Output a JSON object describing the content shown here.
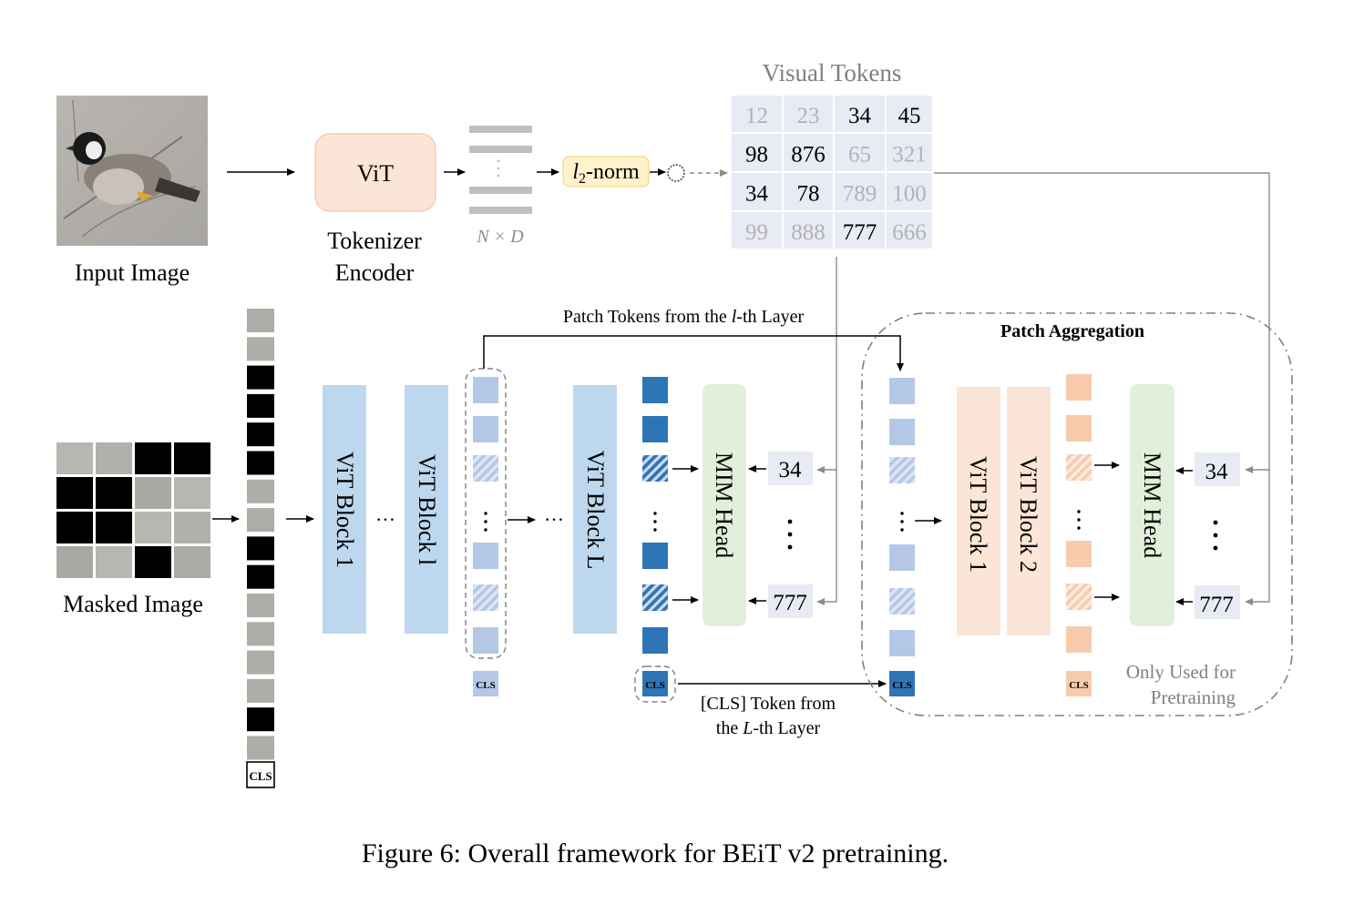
{
  "input_image": {
    "label": "Input Image"
  },
  "tokenizer": {
    "block_label": "ViT",
    "caption_line1": "Tokenizer",
    "caption_line2": "Encoder",
    "shape_label": "N × D",
    "norm_label_base": "l",
    "norm_label_sub": "2",
    "norm_label_rest": "-norm"
  },
  "visual_tokens": {
    "title": "Visual Tokens",
    "rows": [
      [
        {
          "v": "12",
          "active": false
        },
        {
          "v": "23",
          "active": false
        },
        {
          "v": "34",
          "active": true
        },
        {
          "v": "45",
          "active": true
        }
      ],
      [
        {
          "v": "98",
          "active": true
        },
        {
          "v": "876",
          "active": true
        },
        {
          "v": "65",
          "active": false
        },
        {
          "v": "321",
          "active": false
        }
      ],
      [
        {
          "v": "34",
          "active": true
        },
        {
          "v": "78",
          "active": true
        },
        {
          "v": "789",
          "active": false
        },
        {
          "v": "100",
          "active": false
        }
      ],
      [
        {
          "v": "99",
          "active": false
        },
        {
          "v": "888",
          "active": false
        },
        {
          "v": "777",
          "active": true
        },
        {
          "v": "666",
          "active": false
        }
      ]
    ]
  },
  "masked_image": {
    "label": "Masked Image",
    "grid_masked": [
      [
        false,
        false,
        true,
        true
      ],
      [
        true,
        true,
        false,
        false
      ],
      [
        true,
        true,
        false,
        false
      ],
      [
        false,
        false,
        true,
        false
      ]
    ]
  },
  "patch_column": {
    "masked": [
      false,
      false,
      true,
      true,
      true,
      true,
      false,
      false,
      true,
      true,
      false,
      false,
      false,
      false,
      true,
      false
    ],
    "cls_label": "CLS"
  },
  "backbone": {
    "blocks": [
      "ViT Block 1",
      "ViT Block l",
      "ViT Block L"
    ],
    "ellipsis": "…",
    "mim_head": "MIM Head",
    "targets": [
      "34",
      "777"
    ],
    "cls_label": "CLS",
    "patch_tokens_caption": "Patch Tokens from the l-th Layer",
    "cls_caption_line1": "[CLS] Token from",
    "cls_caption_line2": "the L-th Layer"
  },
  "patch_aggregation": {
    "title": "Patch Aggregation",
    "blocks": [
      "ViT Block 1",
      "ViT Block 2"
    ],
    "mim_head": "MIM Head",
    "targets": [
      "34",
      "777"
    ],
    "cls_label": "CLS",
    "note_line1": "Only Used for",
    "note_line2": "Pretraining"
  },
  "token_pattern": [
    "solid",
    "solid",
    "hatched",
    "dots",
    "solid",
    "hatched",
    "solid"
  ],
  "colors": {
    "light_blue_block": "#bdd7ee",
    "light_blue_token": "#b4c7e7",
    "dark_blue_token": "#2e75b6",
    "peach_block": "#fbe5d6",
    "peach_token": "#f8cbad",
    "mim_green": "#e2efda",
    "vit_tokenizer_fill": "#fbe5d6",
    "norm_fill": "#fff2cc",
    "grid_fill": "#e8eaf4",
    "text_dim": "#b3b3b3",
    "line_gray": "#8c8c8c"
  },
  "caption": "Figure 6: Overall framework for BEiT v2 pretraining."
}
